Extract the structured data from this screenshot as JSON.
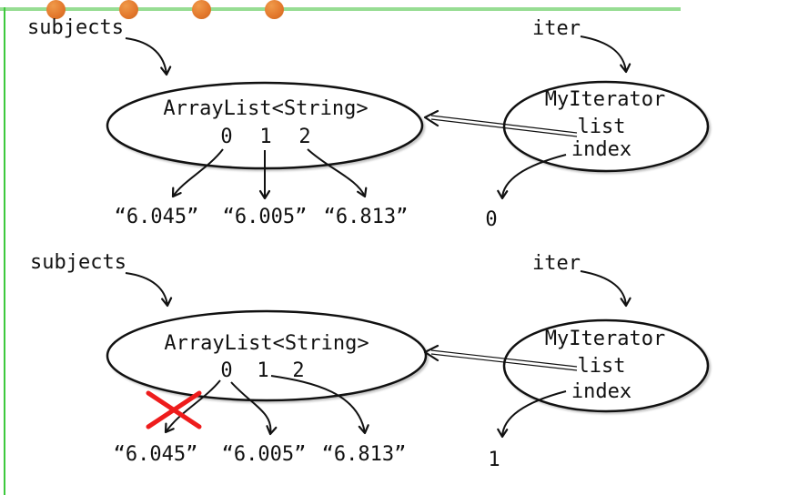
{
  "colors": {
    "top_border": "#97dd93",
    "left_border": "#3dc93d",
    "bullet_dot": "#e2772b",
    "cross_out": "#ee1c1c",
    "ink": "#111111"
  },
  "panels": [
    {
      "pointer_label": "subjects",
      "iter_pointer_label": "iter",
      "list_title": "ArrayList<String>",
      "indices": [
        "0",
        "1",
        "2"
      ],
      "values": [
        "“6.045”",
        "“6.005”",
        "“6.813”"
      ],
      "iterator_title": "MyIterator",
      "field_list": "list",
      "field_index": "index",
      "index_value": "0"
    },
    {
      "pointer_label": "subjects",
      "iter_pointer_label": "iter",
      "list_title": "ArrayList<String>",
      "indices": [
        "0",
        "1",
        "2"
      ],
      "values": [
        "“6.045”",
        "“6.005”",
        "“6.813”"
      ],
      "iterator_title": "MyIterator",
      "field_list": "list",
      "field_index": "index",
      "index_value": "1"
    }
  ]
}
